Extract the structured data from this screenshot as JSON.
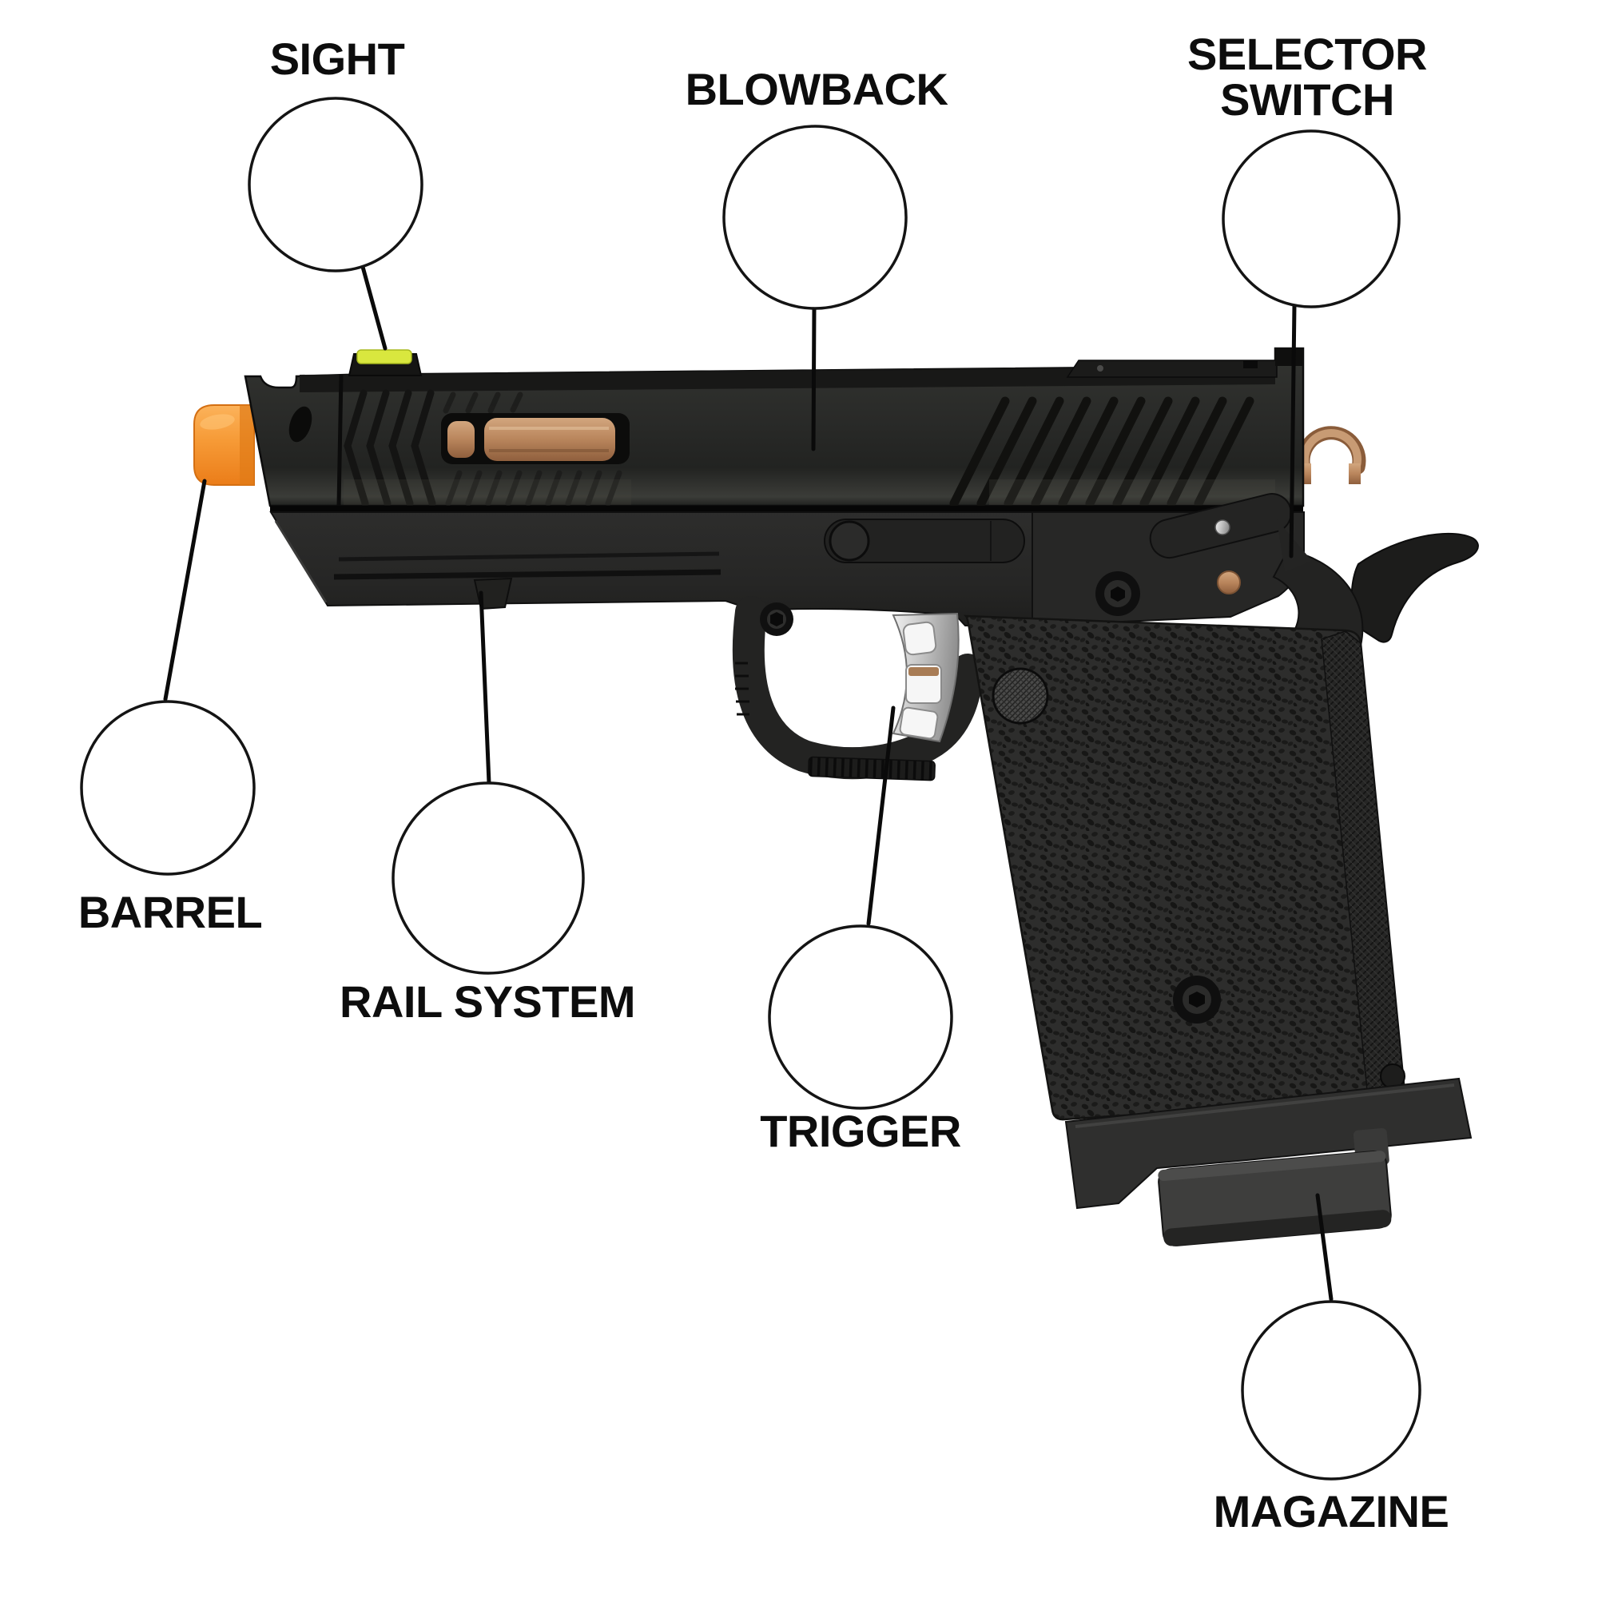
{
  "figure": {
    "type": "product-parts-diagram",
    "subject": "gas blowback airsoft pistol, left side view with magnified part callouts"
  },
  "parts": [
    {
      "id": "sight",
      "label": "SIGHT"
    },
    {
      "id": "blowback",
      "label": "BLOWBACK"
    },
    {
      "id": "selector_switch",
      "label": "SELECTOR SWITCH"
    },
    {
      "id": "barrel",
      "label": "BARREL"
    },
    {
      "id": "rail_system",
      "label": "RAIL SYSTEM"
    },
    {
      "id": "trigger",
      "label": "TRIGGER"
    },
    {
      "id": "magazine",
      "label": "MAGAZINE"
    }
  ],
  "colors": {
    "background": "#ffffff",
    "label_text": "#0d0d0d",
    "connector_line": "#0a0a0a",
    "callout_outline": "#141414",
    "pistol_black": "#262625",
    "muzzle_orange": "#f69a36",
    "fiber_optic_green": "#d9e73e",
    "copper_accent": "#b9855c",
    "trigger_silver": "#cfcfcf"
  }
}
